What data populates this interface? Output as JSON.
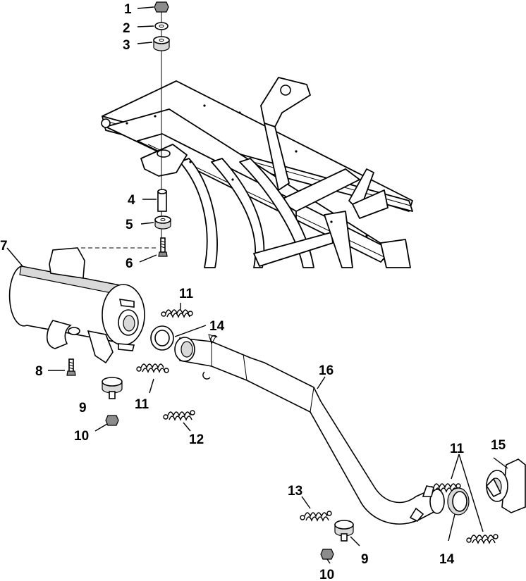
{
  "callouts": [
    {
      "id": "c1",
      "text": "1"
    },
    {
      "id": "c2",
      "text": "2"
    },
    {
      "id": "c3",
      "text": "3"
    },
    {
      "id": "c4",
      "text": "4"
    },
    {
      "id": "c5",
      "text": "5"
    },
    {
      "id": "c6",
      "text": "6"
    },
    {
      "id": "c7",
      "text": "7"
    },
    {
      "id": "c8",
      "text": "8"
    },
    {
      "id": "c9a",
      "text": "9"
    },
    {
      "id": "c9b",
      "text": "9"
    },
    {
      "id": "c10a",
      "text": "10"
    },
    {
      "id": "c10b",
      "text": "10"
    },
    {
      "id": "c11a",
      "text": "11"
    },
    {
      "id": "c11b",
      "text": "11"
    },
    {
      "id": "c11c",
      "text": "11"
    },
    {
      "id": "c12",
      "text": "12"
    },
    {
      "id": "c13",
      "text": "13"
    },
    {
      "id": "c14a",
      "text": "14"
    },
    {
      "id": "c14b",
      "text": "14"
    },
    {
      "id": "c15",
      "text": "15"
    },
    {
      "id": "c16",
      "text": "16"
    }
  ]
}
